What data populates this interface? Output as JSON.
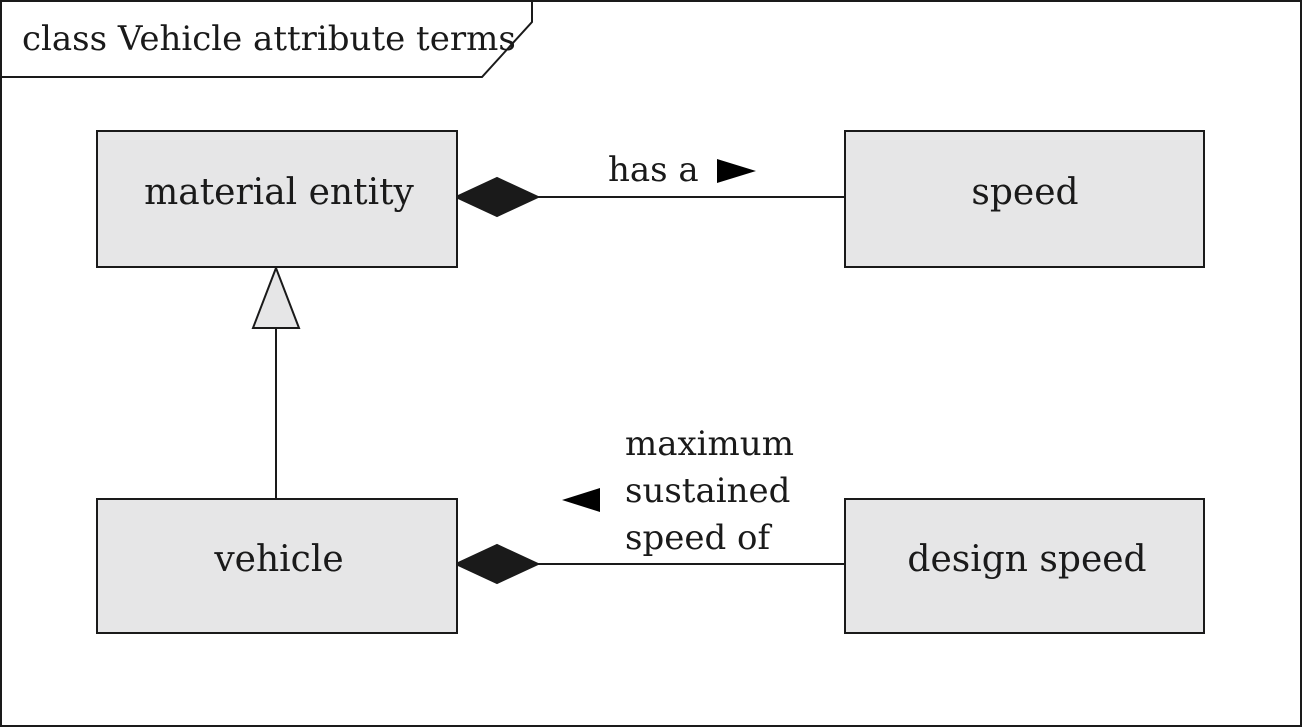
{
  "frame": {
    "title": "class Vehicle attribute terms"
  },
  "classes": {
    "material_entity": "material entity",
    "speed": "speed",
    "vehicle": "vehicle",
    "design_speed": "design speed"
  },
  "associations": {
    "has_a": {
      "label": "has a",
      "direction": "right"
    },
    "max_sustained_speed_of": {
      "label_lines": [
        "maximum",
        "sustained",
        "speed of"
      ],
      "direction": "left"
    }
  },
  "colors": {
    "class_fill": "#e6e6e7",
    "stroke": "#1a1a1a",
    "background": "#ffffff"
  }
}
